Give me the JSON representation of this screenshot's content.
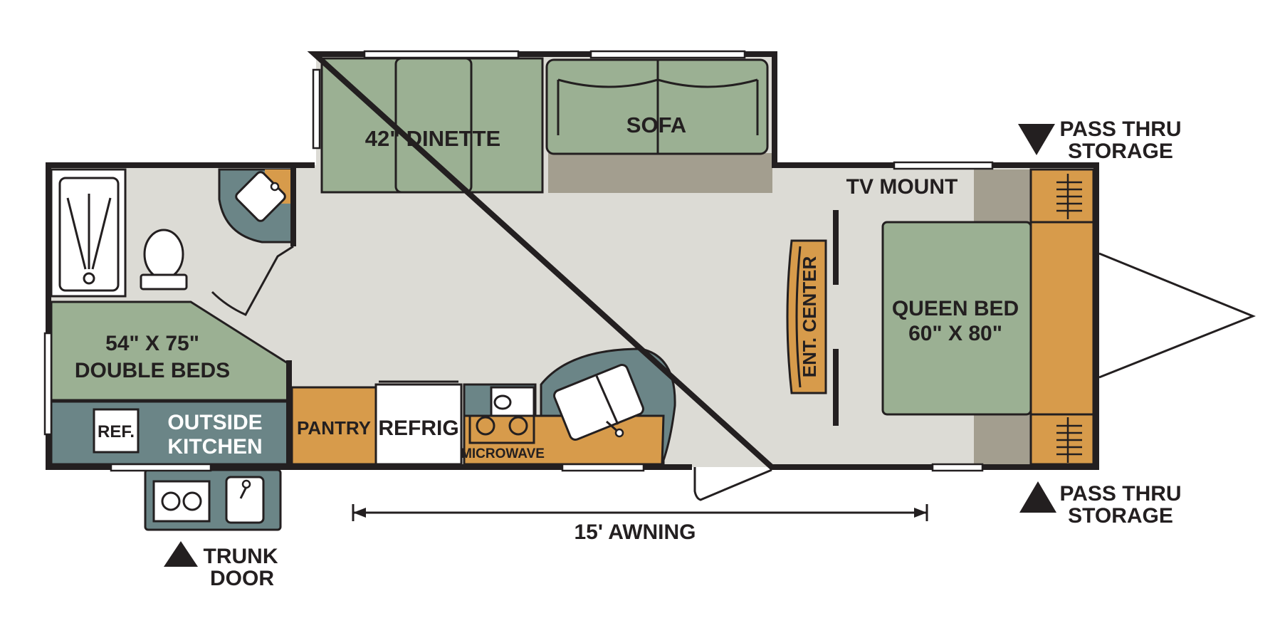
{
  "colors": {
    "floor": "#dcdbd5",
    "green": "#9bb093",
    "teal": "#6b8587",
    "orange": "#d79b4b",
    "taupe": "#a39e8f",
    "white": "#ffffff",
    "ink": "#231f20"
  },
  "labels": {
    "dinette": "42\" DINETTE",
    "sofa": "SOFA",
    "tv_mount": "TV MOUNT",
    "queen_bed_line1": "QUEEN BED",
    "queen_bed_line2": "60\" X 80\"",
    "ent_center": "ENT. CENTER",
    "double_beds_line1": "54\" X 75\"",
    "double_beds_line2": "DOUBLE BEDS",
    "ref_small": "REF.",
    "outside_kitchen_line1": "OUTSIDE",
    "outside_kitchen_line2": "KITCHEN",
    "pantry": "PANTRY",
    "refrig": "REFRIG",
    "microwave": "MICROWAVE",
    "awning": "15' AWNING",
    "trunk_door_line1": "TRUNK",
    "trunk_door_line2": "DOOR",
    "pass_thru_top_line1": "PASS THRU",
    "pass_thru_top_line2": "STORAGE",
    "pass_thru_bottom_line1": "PASS THRU",
    "pass_thru_bottom_line2": "STORAGE"
  },
  "icons": [
    "shower-icon",
    "toilet-icon",
    "bath-sink-icon",
    "stove-burner-icon",
    "kitchen-sink-icon",
    "outside-cooktop-icon",
    "outside-sink-icon",
    "down-triangle-icon",
    "up-triangle-icon"
  ]
}
